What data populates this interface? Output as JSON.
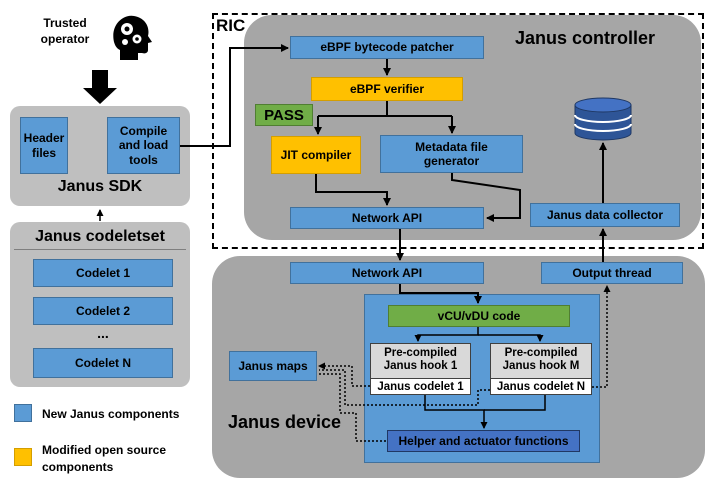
{
  "operator": {
    "label": "Trusted\noperator",
    "icon": "head-gears-icon"
  },
  "ric": {
    "title": "RIC"
  },
  "controller": {
    "title": "Janus controller",
    "patcher": "eBPF bytecode patcher",
    "verifier": "eBPF verifier",
    "pass": "PASS",
    "jit": "JIT compiler",
    "metadata": "Metadata file generator",
    "network_api": "Network API",
    "data_collector": "Janus data collector",
    "database_icon": "database-icon"
  },
  "sdk": {
    "title": "Janus SDK",
    "header_files": "Header files",
    "compile_tools": "Compile and load tools"
  },
  "codeletset": {
    "title": "Janus codeletset",
    "items": [
      "Codelet 1",
      "Codelet 2",
      "...",
      "Codelet N"
    ]
  },
  "device": {
    "title": "Janus device",
    "network_api": "Network API",
    "output_thread": "Output thread",
    "vcu": "vCU/vDU code",
    "hook1": "Pre-compiled Janus hook 1",
    "hookM": "Pre-compiled Janus hook M",
    "codelet1": "Janus codelet 1",
    "codeletN": "Janus codelet N",
    "maps": "Janus maps",
    "helper": "Helper and actuator functions"
  },
  "legend": {
    "new": "New Janus components",
    "modified": "Modified open source components",
    "new_color": "#5b9bd5",
    "modified_color": "#ffc000"
  }
}
